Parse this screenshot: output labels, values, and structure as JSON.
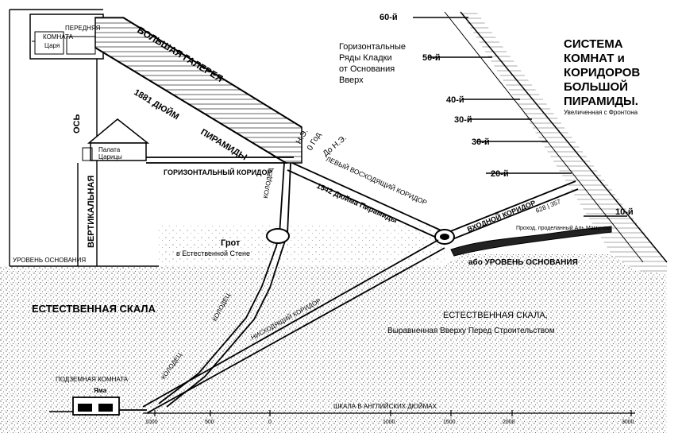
{
  "title": {
    "line1": "СИСТЕМА",
    "line2": "КОМНАТ и",
    "line3": "КОРИДОРОВ",
    "line4": "БОЛЬШОЙ",
    "line5": "ПИРАМИДЫ.",
    "subtitle": "Увеличенная с Фронтона"
  },
  "courses": [
    "60-й",
    "50-й",
    "40-й",
    "30-й",
    "30-й",
    "20-й",
    "10-й"
  ],
  "labels": {
    "kings_antechamber": "ПЕРЕДНЯЯ",
    "kings_room": "КОМНАТА",
    "kings_name": "Царя",
    "grand_gallery": "БОЛЬШАЯ ГАЛЕРЕЯ",
    "gallery_length": "1881  ДЮЙМ",
    "gallery_length2": "ПИРАМИДЫ",
    "horizontal_rows_1": "Горизонтальные",
    "horizontal_rows_2": "Ряды Кладки",
    "horizontal_rows_3": "от Основания",
    "horizontal_rows_4": "Вверх",
    "axis": "ОСЬ",
    "queens_1": "Палата",
    "queens_2": "Царицы",
    "horizontal_corridor": "ГОРИЗОНТАЛЬНЫЙ КОРИДОР",
    "vertical": "ВЕРТИКАЛЬНАЯ",
    "base_level_left": "УРОВЕНЬ ОСНОВАНИЯ",
    "nz": "Н.Э.",
    "year0": "0 Год",
    "bc": "До Н.Э.",
    "ascending": "ЛЕВЫЙ ВОСХОДЯЩИЙ КОРИДОР",
    "ascending_len": "1542  Дюйма Пирамиды",
    "well1": "КОЛОДЕЦ",
    "well2": "КОЛОДЕЦ",
    "well3": "КОЛОДЕЦ",
    "grotto1": "Грот",
    "grotto2": "в Естественной Стене",
    "entrance": "ВХОДНОЙ КОРИДОР",
    "entrance_num": "628 | 357",
    "mamun": "Проход, проделанный Аль Мамуном",
    "base_level_right": "або УРОВЕНЬ ОСНОВАНИЯ",
    "descending": "НИСХОДЯЩИЙ КОРИДОР",
    "rock_left": "ЕСТЕСТВЕННАЯ  СКАЛА",
    "rock_right_1": "ЕСТЕСТВЕННАЯ  СКАЛА,",
    "rock_right_2": "Выравненная Вверху Перед Строительством",
    "pit1": "ПОДЗЕМНАЯ КОМНАТА",
    "pit2": "Яма",
    "scale": "ШКАЛА В АНГЛИЙСКИХ ДЮЙМАХ",
    "scale_ticks": [
      "1000",
      "500",
      "0",
      "1000",
      "1500",
      "2000",
      "3000"
    ]
  },
  "colors": {
    "ink": "#000000",
    "paper": "#ffffff",
    "stipple": "#6a6a6a"
  }
}
